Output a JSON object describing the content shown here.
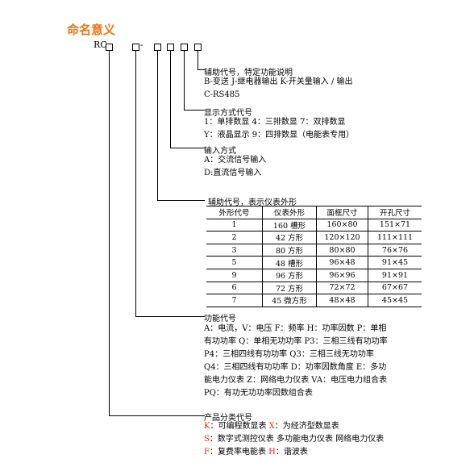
{
  "title": "命名意义",
  "code": {
    "prefix": "RC",
    "dash": "-"
  },
  "aux": {
    "heading": "辅助代号，特定功能说明",
    "lines": [
      "B-变送 J-继电器输出 K-开关量输入 / 输出",
      "C-RS485"
    ]
  },
  "display": {
    "heading": "显示方式代号",
    "lines": [
      "1：单排数显 4：三排数显 7：双排数显",
      "Y：液晶显示 9：四排数显（电能表专用）"
    ]
  },
  "input": {
    "heading": "输入方式",
    "lines": [
      "A：交流信号输入",
      "D:直流信号输入"
    ]
  },
  "shape": {
    "heading": "辅助代号，表示仪表外形",
    "columns": [
      "外形代号",
      "仪表外形",
      "面框尺寸",
      "开孔尺寸"
    ],
    "rows": [
      [
        "1",
        "160 槽形",
        "160×80",
        "151×71"
      ],
      [
        "2",
        "42 方形",
        "120×120",
        "111×111"
      ],
      [
        "3",
        "80 方形",
        "80×80",
        "76×76"
      ],
      [
        "5",
        "48 槽形",
        "96×48",
        "91×45"
      ],
      [
        "9",
        "96 方形",
        "96×96",
        "91×91"
      ],
      [
        "6",
        "72 方形",
        "72×72",
        "67×67"
      ],
      [
        "7",
        "45 微方形",
        "48×48",
        "45×45"
      ]
    ]
  },
  "function": {
    "heading": "功能代号",
    "lines": [
      "A：电流，V：电压 F：频率 H：功率因数 P：单相",
      "有功功率 Q：单相无功功率 P3：三相三线有功功率",
      "P4：三相四线有功功率 Q3：三相三线无功功率",
      "Q4：三相四线有功功率 D：功率因数角度 E：多功",
      "能电力仪表 Z：网络电力仪表 VA：电压电力组合表",
      "PQ：有功无功功率因数组合表"
    ]
  },
  "product": {
    "heading": "产品分类代号",
    "lines": [
      [
        {
          "k": "K",
          "t": "：可编程数显表  "
        },
        {
          "k": "X",
          "t": "：为经济型数显表"
        }
      ],
      [
        {
          "k": "S",
          "t": "：数字式测控仪表 多功能电力仪表 网络电力仪表"
        }
      ],
      [
        {
          "k": "F",
          "t": "：复费率电能表 "
        },
        {
          "k": "H",
          "t": "：谐波表"
        }
      ]
    ]
  },
  "colors": {
    "title": "#e8781a",
    "code_letter": "#e8281a"
  }
}
